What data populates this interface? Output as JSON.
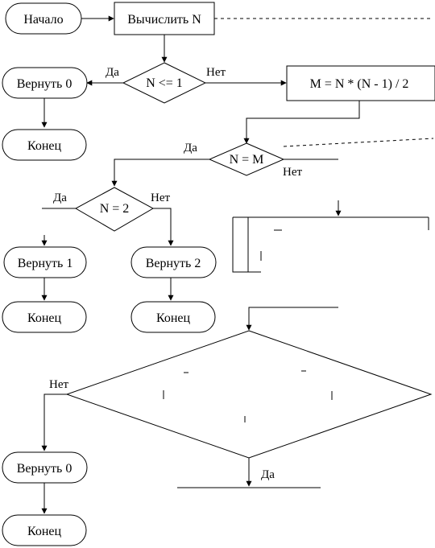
{
  "diagram": {
    "nodes": {
      "start": "Начало",
      "compute_n": "Вычислить N",
      "cond_n_le_1": "N <= 1",
      "return_0_top": "Вернуть 0",
      "end_1": "Конец",
      "calc_m": "M = N * (N - 1) / 2",
      "cond_n_eq_m": "N = M",
      "cond_n_eq_2": "N = 2",
      "return_1": "Вернуть 1",
      "return_2": "Вернуть 2",
      "end_2": "Конец",
      "end_3": "Конец",
      "return_0_bottom": "Вернуть 0",
      "end_4": "Конец"
    },
    "edge_labels": {
      "yes_1": "Да",
      "no_1": "Нет",
      "yes_2": "Да",
      "no_2": "Нет",
      "yes_3": "Да",
      "no_3": "Нет",
      "no_4": "Нет",
      "yes_4": "Да"
    }
  }
}
